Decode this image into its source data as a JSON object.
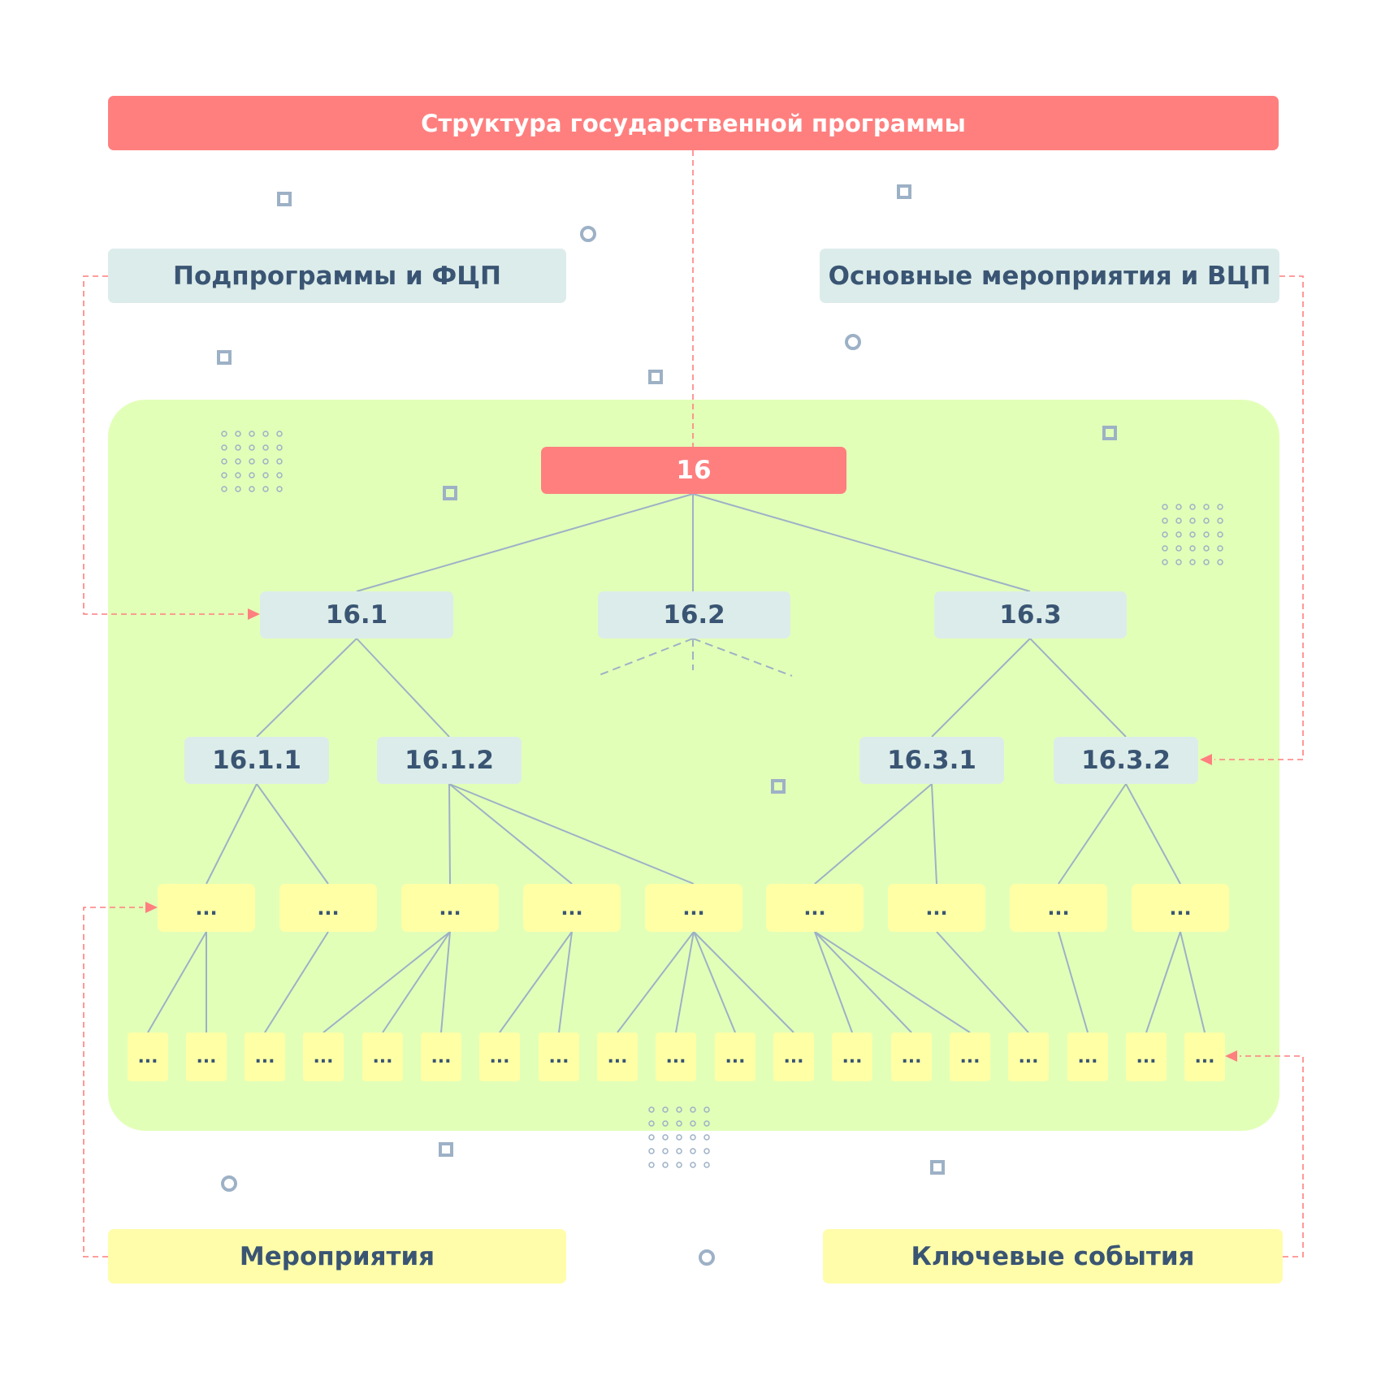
{
  "title": "Структура государственной программы",
  "legend": {
    "subprograms": "Подпрограммы и ФЦП",
    "main_activities": "Основные мероприятия  и ВЦП",
    "activities": "Мероприятия",
    "key_events": "Ключевые события"
  },
  "tree": {
    "root": "16",
    "level1": [
      "16.1",
      "16.2",
      "16.3"
    ],
    "level2": [
      "16.1.1",
      "16.1.2",
      "16.3.1",
      "16.3.2"
    ],
    "placeholder": "..."
  },
  "colors": {
    "accent_red": "#ff7f7f",
    "teal_box": "#dcecea",
    "yellow_box": "#ffffa6",
    "panel_green": "#e2ffb8",
    "text_dark": "#3a5573",
    "connector": "#9db1c6",
    "dashed_arrow": "#ff7f7f"
  },
  "decorations": {
    "square_icon": "small-square-outline-icon",
    "circle_icon": "small-circle-outline-icon",
    "dot_grid_icon": "dot-grid-icon"
  }
}
